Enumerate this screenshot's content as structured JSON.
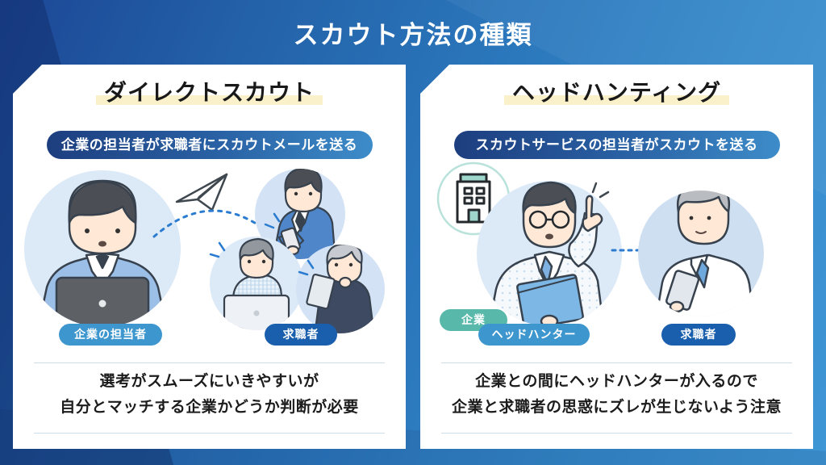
{
  "title": "スカウト方法の種類",
  "colors": {
    "background_blue": "#2b77bc",
    "background_navy": "#1c4796",
    "panel_white": "#ffffff",
    "highlight_yellow": "#faf0c9",
    "banner_gradient_start": "#1d3e7f",
    "banner_gradient_end": "#3d8cc9",
    "pill_light_blue": "#3d96ce",
    "pill_dark_blue": "#1a5fae",
    "teal_accent": "#58b9ab",
    "dashed_arrow_blue": "#2b7cd0",
    "divider_line": "#ccdeeb",
    "note_text": "#1c1c1c",
    "title_text": "#ffffff"
  },
  "icons": {
    "paper_plane": "paper-plane-icon",
    "curved_dashed_arrow": "curved-dashed-arrow-icon",
    "dashed_arrow": "dashed-arrow-icon",
    "two_way_arrow": "two-way-arrow-icon",
    "building": "building-icon",
    "alert_sparks": "alert-sparks-icon"
  },
  "panels": [
    {
      "id": "direct-scout",
      "title": "ダイレクトスカウト",
      "banner": "企業の担当者が求職者にスカウトメールを送る",
      "actor_labels": [
        "企業の担当者",
        "求職者"
      ],
      "note_lines": [
        "選考がスムーズにいきやすいが",
        "自分とマッチする企業かどうか判断が必要"
      ]
    },
    {
      "id": "headhunting",
      "title": "ヘッドハンティング",
      "banner": "スカウトサービスの担当者がスカウトを送る",
      "company_label": "企業",
      "actor_labels": [
        "ヘッドハンター",
        "求職者"
      ],
      "note_lines": [
        "企業との間にヘッドハンターが入るので",
        "企業と求職者の思惑にズレが生じないよう注意"
      ]
    }
  ]
}
